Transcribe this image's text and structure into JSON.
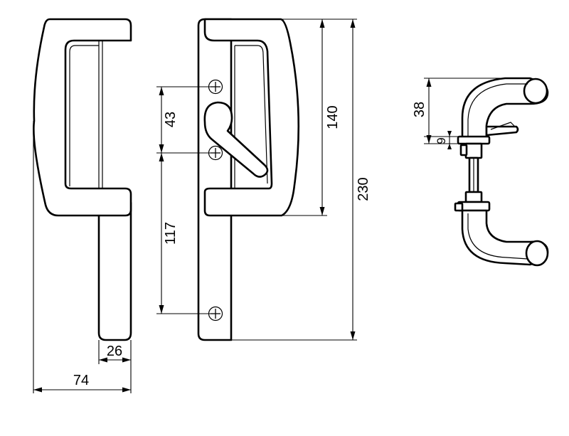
{
  "dimensions": {
    "width_74": "74",
    "grip_26": "26",
    "spacing_43": "43",
    "spacing_117": "117",
    "height_140": "140",
    "height_230": "230",
    "projection_38": "38",
    "offset_9": "9"
  },
  "colors": {
    "line": "#000000",
    "background": "#ffffff"
  }
}
